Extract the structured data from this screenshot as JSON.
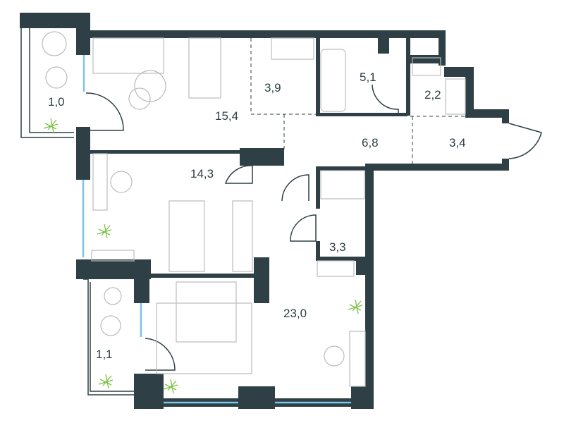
{
  "plan": {
    "colors": {
      "wall": "#2e4045",
      "window": "#7ec3e8",
      "plant": "#7cc142",
      "furniture": "#b9bcbd"
    },
    "rooms": [
      {
        "id": "balcony-top",
        "area": "1,0"
      },
      {
        "id": "living-kitchen",
        "area": "15,4"
      },
      {
        "id": "kitchen",
        "area": "3,9"
      },
      {
        "id": "bathroom",
        "area": "5,1"
      },
      {
        "id": "closet",
        "area": "2,2"
      },
      {
        "id": "hallway",
        "area": "6,8"
      },
      {
        "id": "entrance",
        "area": "3,4"
      },
      {
        "id": "bedroom-small",
        "area": "14,3"
      },
      {
        "id": "bathroom-small",
        "area": "3,3"
      },
      {
        "id": "bedroom-master",
        "area": "23,0"
      },
      {
        "id": "balcony-bottom",
        "area": "1,1"
      }
    ]
  }
}
